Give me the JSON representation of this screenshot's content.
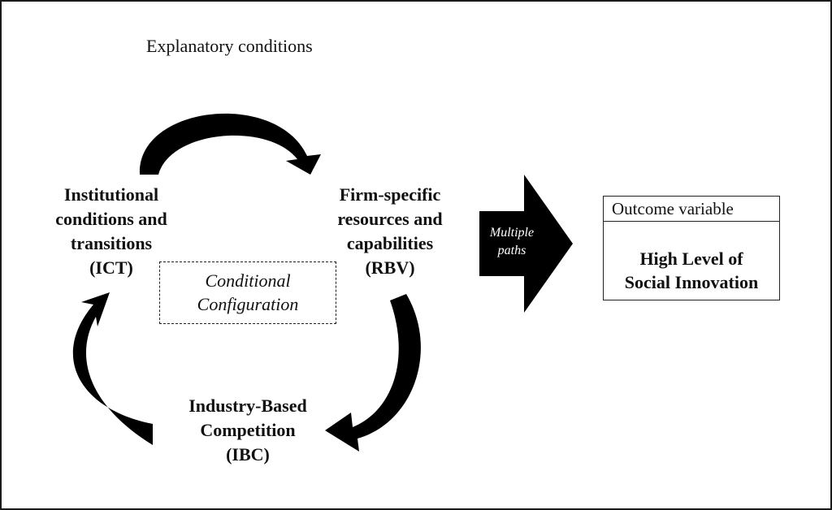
{
  "header": {
    "title": "Explanatory conditions"
  },
  "nodes": {
    "ict": [
      "Institutional",
      "conditions and",
      "transitions",
      "(ICT)"
    ],
    "rbv": [
      "Firm-specific",
      "resources and",
      "capabilities",
      "(RBV)"
    ],
    "ibc": [
      "Industry-Based",
      "Competition",
      "(IBC)"
    ]
  },
  "configuration": [
    "Conditional",
    "Configuration"
  ],
  "paths": [
    "Multiple",
    "paths"
  ],
  "outcome": {
    "label": "Outcome variable",
    "value": [
      "High Level of",
      "Social Innovation"
    ]
  }
}
